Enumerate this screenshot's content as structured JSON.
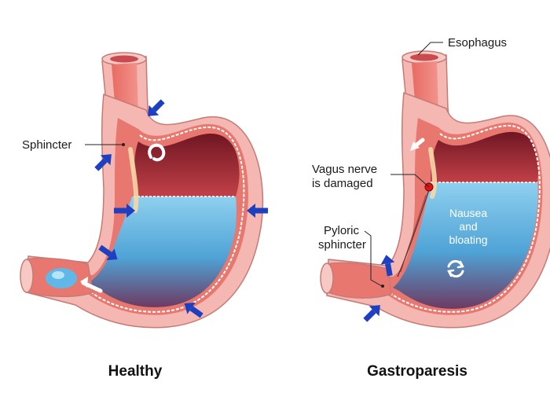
{
  "colors": {
    "wall_outer": "#f4b7b2",
    "wall_inner": "#e8786f",
    "cavity_dark": "#8e2630",
    "fluid": "#58b0dd",
    "arrow": "#1d3fc0"
  },
  "healthy": {
    "caption": "Healthy",
    "labels": {
      "sphincter": "Sphincter"
    }
  },
  "gastroparesis": {
    "caption": "Gastroparesis",
    "labels": {
      "esophagus": "Esophagus",
      "vagus_line1": "Vagus nerve",
      "vagus_line2": "is damaged",
      "pyloric_line1": "Pyloric",
      "pyloric_line2": "sphincter",
      "symptom_line1": "Nausea",
      "symptom_line2": "and",
      "symptom_line3": "bloating"
    },
    "icons": {
      "cycle": "cycle-arrows-icon"
    }
  }
}
